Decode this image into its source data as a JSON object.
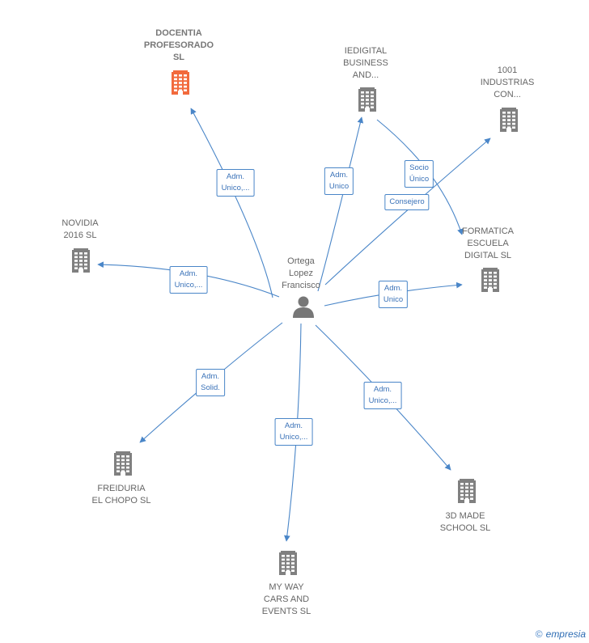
{
  "person": {
    "name": "Ortega\nLopez\nFrancisco",
    "icon": "person-icon"
  },
  "companies": [
    {
      "id": "docentia",
      "name": "DOCENTIA\nPROFESORADO\nSL",
      "highlight": true,
      "color": "#f26a3d"
    },
    {
      "id": "iedigital",
      "name": "IEDIGITAL\nBUSINESS\nAND...",
      "highlight": false,
      "color": "#808080"
    },
    {
      "id": "1001",
      "name": "1001\nINDUSTRIAS\nCON...",
      "highlight": false,
      "color": "#808080"
    },
    {
      "id": "novidia",
      "name": "NOVIDIA\n2016  SL",
      "highlight": false,
      "color": "#808080"
    },
    {
      "id": "formatica",
      "name": "FORMATICA\nESCUELA\nDIGITAL  SL",
      "highlight": false,
      "color": "#808080"
    },
    {
      "id": "freiduria",
      "name": "FREIDURIA\nEL CHOPO  SL",
      "highlight": false,
      "color": "#808080"
    },
    {
      "id": "myway",
      "name": "MY WAY\nCARS AND\nEVENTS  SL",
      "highlight": false,
      "color": "#808080"
    },
    {
      "id": "3dmade",
      "name": "3D MADE\nSCHOOL  SL",
      "highlight": false,
      "color": "#808080"
    }
  ],
  "relations": [
    {
      "target": "docentia",
      "label": "Adm.\nUnico,..."
    },
    {
      "target": "iedigital",
      "label": "Adm.\nUnico"
    },
    {
      "target": "formatica",
      "label": "Socio\nÚnico"
    },
    {
      "target": "1001",
      "label": "Consejero"
    },
    {
      "target": "novidia",
      "label": "Adm.\nUnico,..."
    },
    {
      "target": "formatica",
      "label": "Adm.\nUnico"
    },
    {
      "target": "freiduria",
      "label": "Adm.\nSolid."
    },
    {
      "target": "myway",
      "label": "Adm.\nUnico,..."
    },
    {
      "target": "3dmade",
      "label": "Adm.\nUnico,..."
    }
  ],
  "colors": {
    "edge": "#4a86c8",
    "building": "#808080",
    "highlight": "#f26a3d"
  },
  "footer": {
    "copyright": "©",
    "brand": "empresia"
  }
}
